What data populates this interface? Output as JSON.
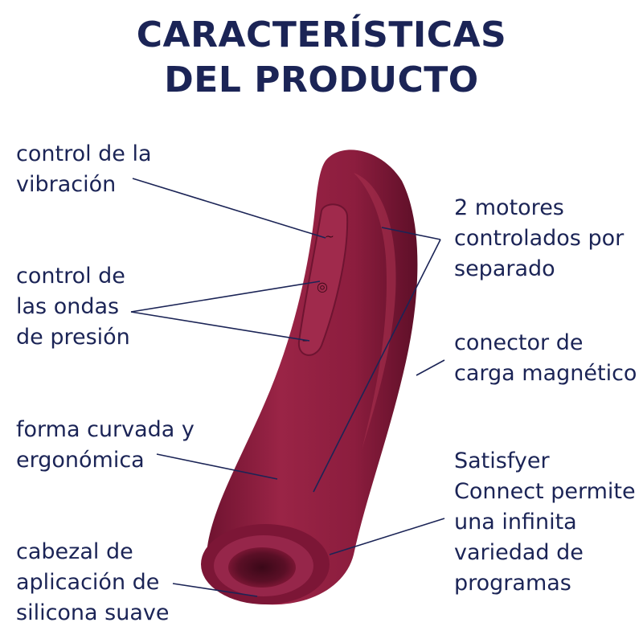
{
  "header": {
    "title_line1": "CARACTERÍSTICAS",
    "title_line2": "DEL PRODUCTO"
  },
  "features": {
    "vibration_control": "control de la\nvibración",
    "pressure_wave_control": "control de\nlas ondas\nde presión",
    "curved_shape": "forma curvada y\nergonómica",
    "silicone_head": "cabezal de\naplicación de\nsilicona suave",
    "two_motors": "2 motores\ncontrolados por\nseparado",
    "magnetic_charger": "conector de\ncarga magnético",
    "app_connect": "Satisfyer\nConnect permite\nuna infinita\nvariedad de\nprogramas"
  },
  "colors": {
    "text": "#1b2456",
    "product": "#8c1d3e",
    "leader_line": "#1b2456"
  }
}
